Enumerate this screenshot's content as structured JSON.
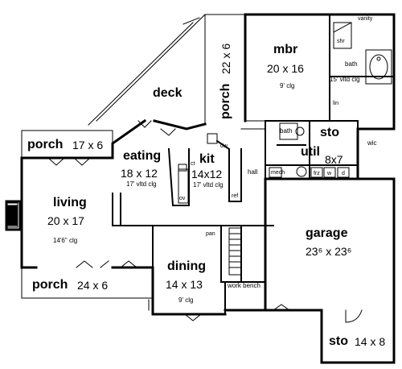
{
  "rooms": {
    "mbr": {
      "name": "mbr",
      "size": "20 x 16",
      "ceiling": "9' clg"
    },
    "bath_master": {
      "name": "bath",
      "ceiling": "15' vltd clg"
    },
    "vanity": "vanity",
    "shr": "shr",
    "lin": "lin",
    "wic": "wic",
    "deck": {
      "name": "deck"
    },
    "porch_side": {
      "name": "porch",
      "size": "22 x 6"
    },
    "porch_left": {
      "name": "porch",
      "size": "17 x 6"
    },
    "eating": {
      "name": "eating",
      "size": "18 x 12",
      "ceiling": "17' vltd clg"
    },
    "kit": {
      "name": "kit",
      "size": "14x12",
      "ceiling": "17' vltd clg"
    },
    "bath_hall": {
      "name": "bath"
    },
    "sto_top": {
      "name": "sto"
    },
    "util": {
      "name": "util",
      "size": "8x7"
    },
    "hall": "hall",
    "living": {
      "name": "living",
      "size": "20 x 17",
      "ceiling": "14'6\" clg"
    },
    "porch_front": {
      "name": "porch",
      "size": "24 x 6"
    },
    "dining": {
      "name": "dining",
      "size": "14 x 13",
      "ceiling": "9' clg"
    },
    "garage": {
      "name": "garage",
      "size": "23⁶ x 23⁶"
    },
    "sto_garage": {
      "name": "sto",
      "size": "14 x 8"
    }
  },
  "fixtures": {
    "ct": "ct",
    "ov": "ov",
    "ref": "ref",
    "dw": "dw",
    "pan": "pan",
    "frz": "frz",
    "w": "w",
    "d": "d",
    "work_bench": "work bench",
    "mech": "mech"
  }
}
